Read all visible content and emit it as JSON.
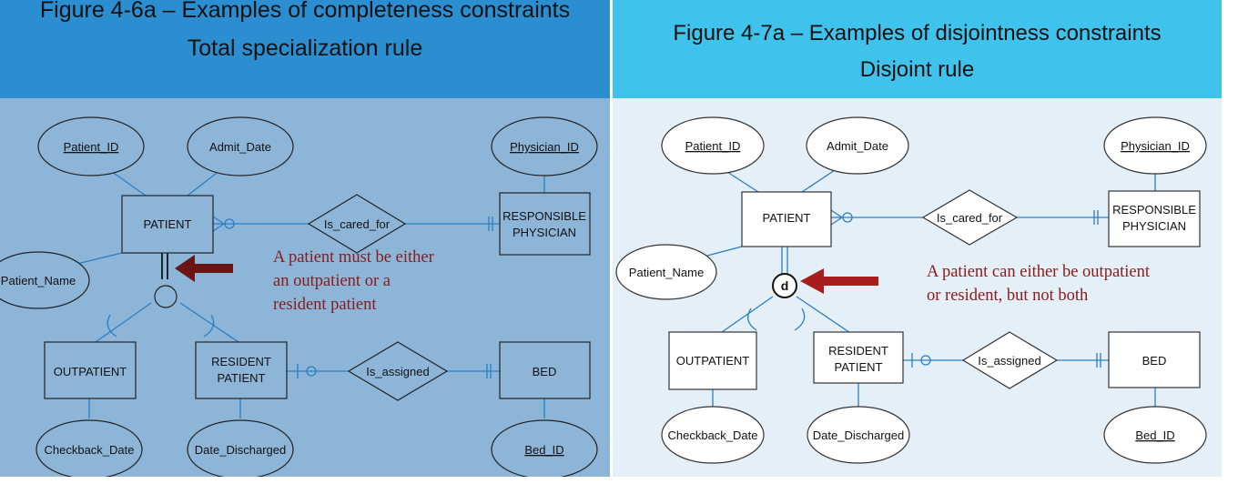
{
  "left": {
    "title_line1": "Figure 4-6a – Examples of completeness constraints",
    "title_line2": "Total  specialization rule",
    "annotation": "A patient must be either\nan outpatient or a\nresident patient",
    "colors": {
      "header": "#2a8ed0",
      "body": "#8db5d8",
      "line": "#2a7fc4",
      "arrow": "#6b1414"
    }
  },
  "right": {
    "title_line1": "Figure 4-7a – Examples of disjointness constraints",
    "title_line2": "Disjoint rule",
    "annotation": "A patient can either be outpatient\nor resident, but not both",
    "subtype_symbol": "d",
    "colors": {
      "header": "#3fc2ec",
      "body": "#e5eff8",
      "line": "#2a7fc4",
      "arrow": "#a81e1e"
    }
  },
  "entities": {
    "patient": "PATIENT",
    "responsible_physician_1": "RESPONSIBLE",
    "responsible_physician_2": "PHYSICIAN",
    "outpatient": "OUTPATIENT",
    "resident_patient_1": "RESIDENT",
    "resident_patient_2": "PATIENT",
    "bed": "BED"
  },
  "attributes": {
    "patient_id": "Patient_ID",
    "admit_date": "Admit_Date",
    "physician_id": "Physician_ID",
    "patient_name": "Patient_Name",
    "checkback_date": "Checkback_Date",
    "date_discharged": "Date_Discharged",
    "bed_id": "Bed_ID"
  },
  "relationships": {
    "is_cared_for": "Is_cared_for",
    "is_assigned": "Is_assigned"
  }
}
